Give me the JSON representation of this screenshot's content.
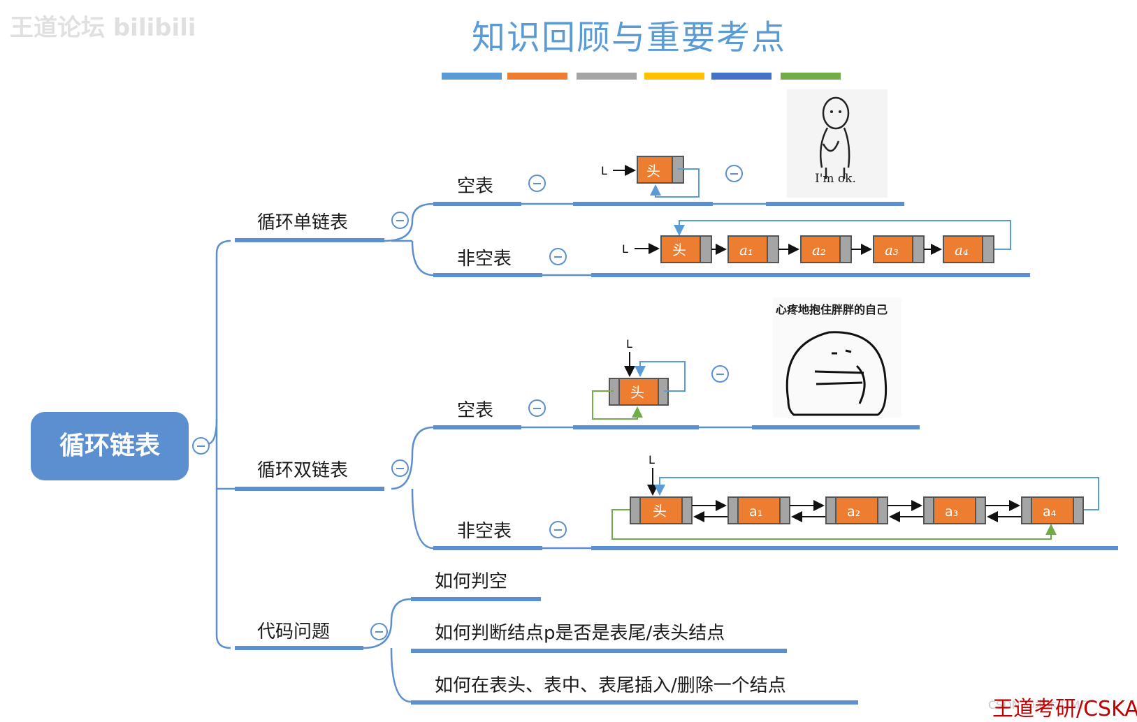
{
  "header": {
    "title": "知识回顾与重要考点",
    "color_bars": [
      "#5b9bd5",
      "#ed7d31",
      "#a5a5a5",
      "#ffc000",
      "#4472c4",
      "#70ad47"
    ]
  },
  "watermark": {
    "top_left": "王道论坛 bilibili",
    "bottom_right": "王道考研/CSKA",
    "csdn": "CSDN @木木 LIMIT"
  },
  "root": {
    "label": "循环链表"
  },
  "branches": {
    "single": {
      "label": "循环单链表",
      "empty_label": "空表",
      "nonempty_label": "非空表"
    },
    "double": {
      "label": "循环双链表",
      "empty_label": "空表",
      "nonempty_label": "非空表"
    },
    "code": {
      "label": "代码问题",
      "items": [
        "如何判空",
        "如何判断结点p是否是表尾/表头结点",
        "如何在表头、表中、表尾插入/删除一个结点"
      ]
    }
  },
  "diagrams": {
    "pointer": "L",
    "head": "头",
    "nodes": [
      "a₁",
      "a₂",
      "a₃",
      "a₄"
    ]
  },
  "stickers": {
    "ok_caption": "I'm ok.",
    "hug_caption": "心疼地抱住胖胖的自己"
  }
}
